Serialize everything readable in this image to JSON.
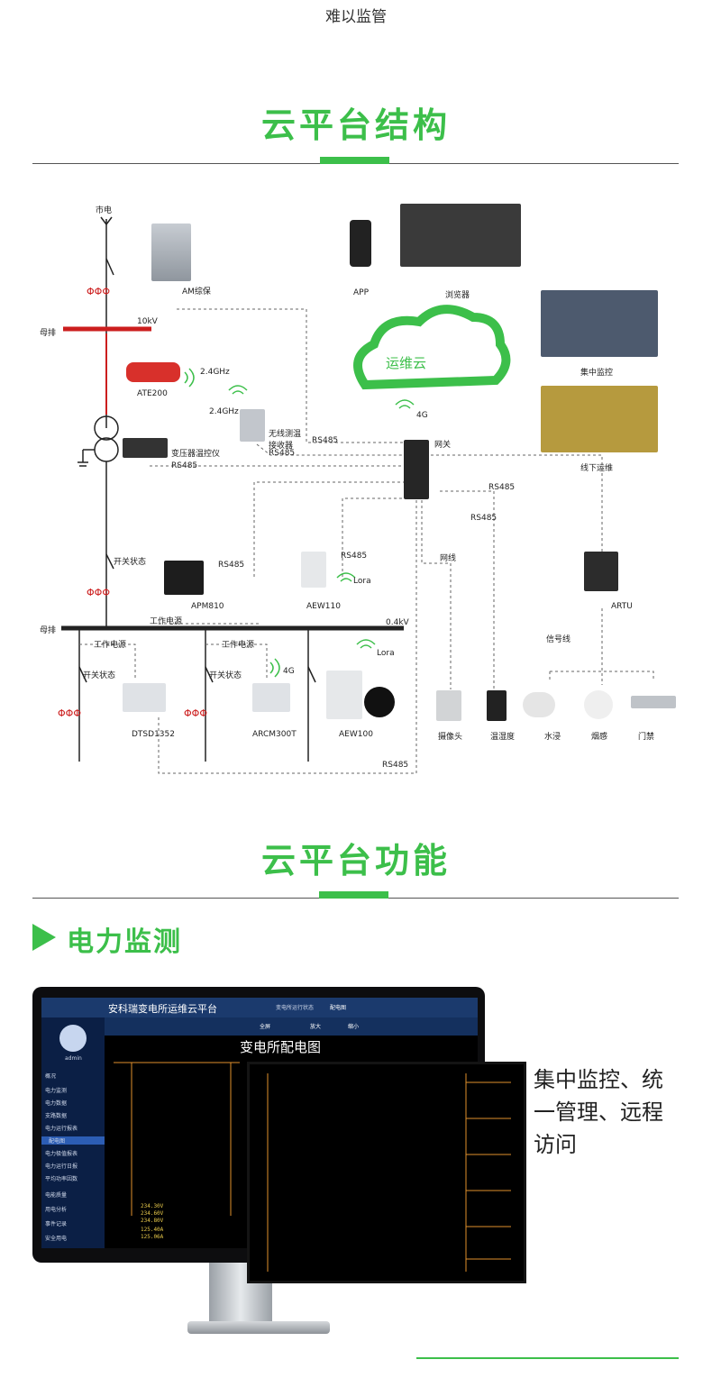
{
  "header": {
    "top_text": "难以监管"
  },
  "section1": {
    "title": "云平台结构"
  },
  "diagram": {
    "cloud_label": "运维云",
    "grid_source": "市电",
    "busbar_upper": "母排",
    "voltage_upper": "10kV",
    "busbar_lower": "母排",
    "voltage_lower": "0.4kV",
    "devices": {
      "am": "AM综保",
      "ate": "ATE200",
      "ate_freq": "2.4GHz",
      "receiver": "无线测温\n接收器",
      "receiver_freq": "2.4GHz",
      "transformer_ctrl": "变压器温控仪",
      "gateway": "网关",
      "apm": "APM810",
      "aew110": "AEW110",
      "aew100": "AEW100",
      "dtsd": "DTSD1352",
      "arcm": "ARCM300T",
      "artu": "ARTU",
      "app": "APP",
      "browser": "浏览器",
      "central": "集中监控",
      "offline": "线下运维",
      "camera": "摄像头",
      "humidity": "温湿度",
      "water": "水浸",
      "smoke": "烟感",
      "door": "门禁"
    },
    "links": {
      "rs485": "RS485",
      "g4": "4G",
      "lora": "Lora",
      "network": "网线",
      "signal": "信号线",
      "switch_state": "开关状态",
      "work_power": "工作电源"
    }
  },
  "section2": {
    "title": "云平台功能"
  },
  "subsection": {
    "title": "电力监测",
    "description": "集中监控、统一管理、远程访问"
  },
  "screen": {
    "app_title": "安科瑞变电所运维云平台",
    "diagram_title": "变电所配电图",
    "user": "admin",
    "nav_tab1": "变电所运行状态",
    "nav_tab2": "配电图",
    "toolbar": [
      "全屏",
      "放大",
      "缩小"
    ],
    "sidebar": [
      "概况",
      "电力监测",
      "电力数据",
      "支路数据",
      "电力运行报表",
      "配电图",
      "电力极值报表",
      "电力运行日报",
      "平均功率因数",
      "电能质量",
      "用电分析",
      "事件记录",
      "安全用电"
    ],
    "readings": [
      "234.30V",
      "234.60V",
      "234.80V",
      "125.40A",
      "125.06A"
    ]
  },
  "colors": {
    "brand_green": "#3cbf4a",
    "screen_nav": "#1b3a6d",
    "line_orange": "#e0902c"
  }
}
